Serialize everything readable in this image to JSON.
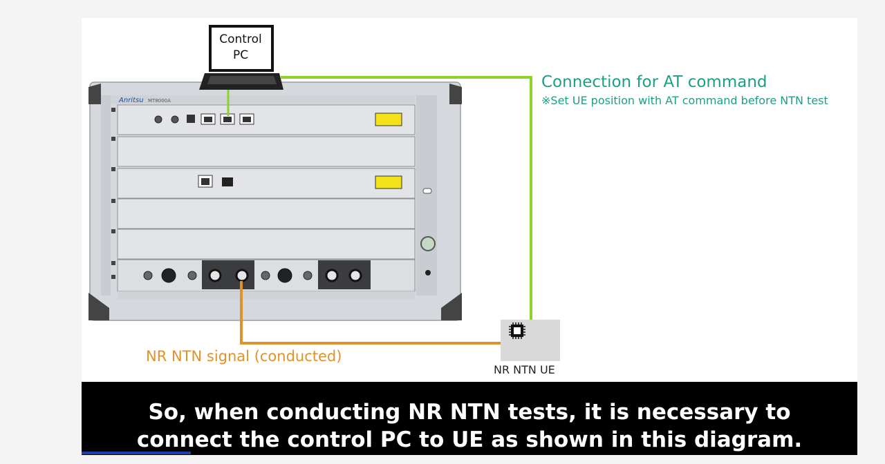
{
  "pc": {
    "label_line1": "Control",
    "label_line2": "PC"
  },
  "instrument": {
    "brand": "Anritsu",
    "model": "MT8000A"
  },
  "connections": {
    "at_title": "Connection for AT command",
    "at_note": "※Set UE position with AT command before NTN test",
    "rf_label": "NR NTN signal (conducted)"
  },
  "ue": {
    "label": "NR NTN UE"
  },
  "caption": {
    "line1": "So, when conducting NR NTN tests, it is necessary to",
    "line2": "connect the control PC to UE as shown in this diagram."
  },
  "colors": {
    "at_line": "#8fd22a",
    "rf_line": "#e0922a",
    "at_text": "#1f9e86"
  },
  "video_progress": 0.14
}
